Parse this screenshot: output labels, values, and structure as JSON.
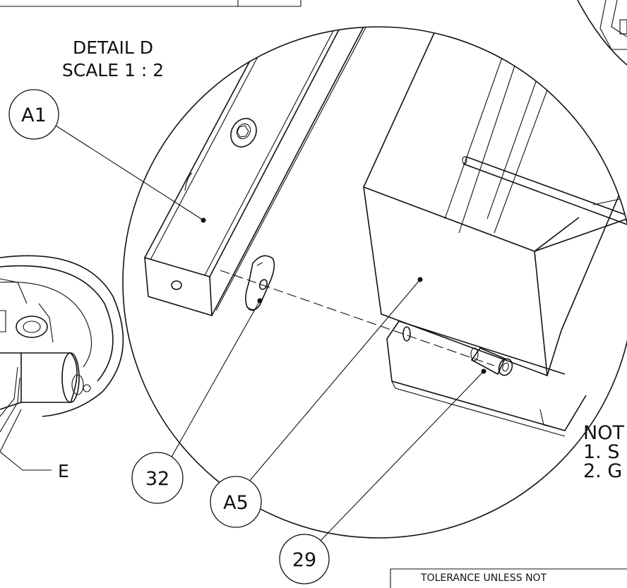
{
  "detail": {
    "title": "DETAIL D",
    "scale": "SCALE 1 : 2"
  },
  "balloons": {
    "a1": "A1",
    "b32": "32",
    "a5": "A5",
    "b29": "29"
  },
  "section_label": "E",
  "notes": {
    "heading": "NOT",
    "item1": "1.  S",
    "item2": "2.  G"
  },
  "title_block": {
    "tolerance": "TOLERANCE UNLESS NOT"
  }
}
